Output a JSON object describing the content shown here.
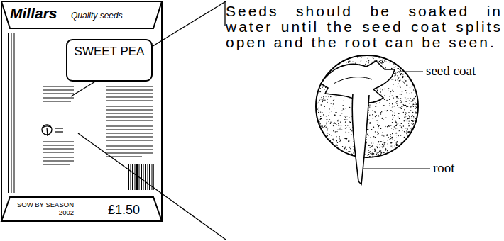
{
  "diagram": {
    "nodes": [
      {
        "text": [
          "Millars",
          "Quality seeds"
        ]
      },
      {
        "text": [
          "SWEET PEA"
        ]
      },
      {
        "text": [
          "SOW BY SEASON 2002",
          "£1.50"
        ]
      }
    ],
    "labels": [
      "Seeds should be soaked in water until the seed coat splits open and the root can be seen.",
      "seed coat",
      "root"
    ]
  }
}
